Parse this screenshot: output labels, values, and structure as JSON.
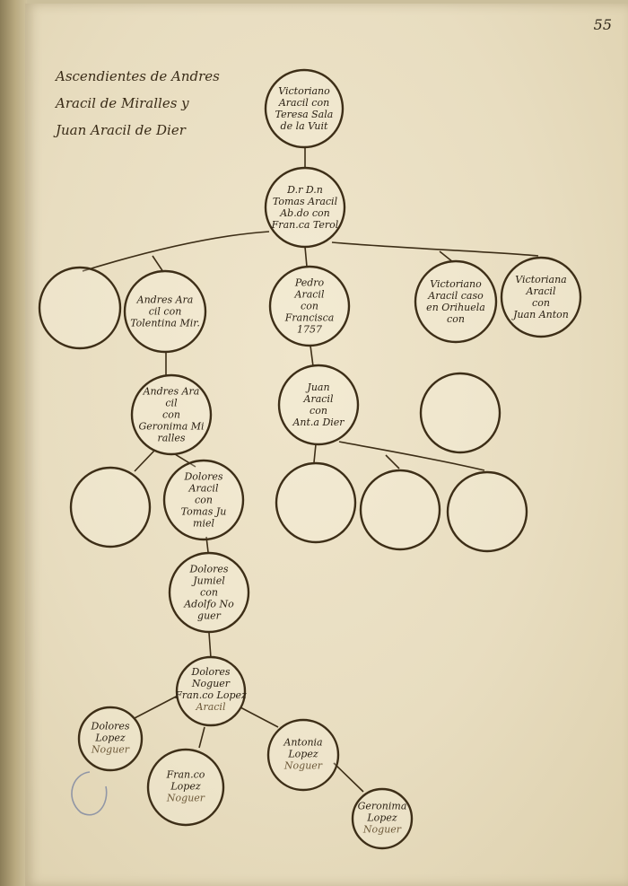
{
  "page_number": "55",
  "heading_lines": [
    "Ascendientes de Andres",
    "Aracil de Miralles y",
    "Juan Aracil de Dier"
  ],
  "nodes": [
    {
      "id": "victoriano-top",
      "text": "Victoriano\nAracil con\nTeresa Sala\nde la Vuit"
    },
    {
      "id": "tomas",
      "text": "D.r D.n\nTomas Aracil\nAb.do con\nFran.ca Terol"
    },
    {
      "id": "empty-left-1",
      "text": ""
    },
    {
      "id": "andres-1",
      "text": "Andres Ara\ncil con\nTolentina Mir."
    },
    {
      "id": "pedro",
      "text": "Pedro\nAracil\ncon\nFrancisca\n1757"
    },
    {
      "id": "victoriano-2",
      "text": "Victoriano\nAracil caso\nen Orihuela\ncon"
    },
    {
      "id": "victoriana",
      "text": "Victoriana\nAracil\ncon\nJuan Anton"
    },
    {
      "id": "andres-2",
      "text": "Andres Ara\ncil\ncon\nGeronima Mi\nralles"
    },
    {
      "id": "juan",
      "text": "Juan\nAracil\ncon\nAnt.a Dier"
    },
    {
      "id": "empty-right-2",
      "text": ""
    },
    {
      "id": "empty-left-3",
      "text": ""
    },
    {
      "id": "dolores-1",
      "text": "Dolores\nAracil\ncon\nTomas Ju\nmiel"
    },
    {
      "id": "empty-mid-3a",
      "text": ""
    },
    {
      "id": "empty-mid-3b",
      "text": ""
    },
    {
      "id": "empty-mid-3c",
      "text": ""
    },
    {
      "id": "dolores-2",
      "text": "Dolores\nJumiel\ncon\nAdolfo No\nguer"
    },
    {
      "id": "dolores-3",
      "text": "Dolores\nNoguer\nFran.co Lopez",
      "sub": "Aracil"
    },
    {
      "id": "dolores-lopez",
      "text": "Dolores\nLopez",
      "sub": "Noguer"
    },
    {
      "id": "francisco-lopez",
      "text": "Fran.co\nLopez",
      "sub": "Noguer"
    },
    {
      "id": "antonia-lopez",
      "text": "Antonia\nLopez",
      "sub": "Noguer"
    },
    {
      "id": "geronima-lopez",
      "text": "Geronima\nLopez",
      "sub": "Noguer"
    }
  ]
}
